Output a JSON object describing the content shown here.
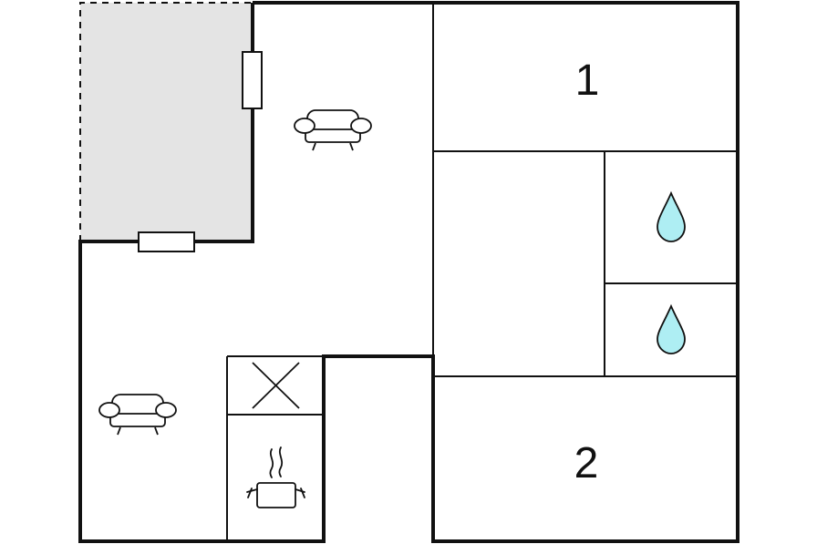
{
  "floorplan": {
    "rooms": [
      {
        "id": "bedroom-1",
        "label": "1"
      },
      {
        "id": "bedroom-2",
        "label": "2"
      }
    ],
    "icons": [
      {
        "name": "sofa-icon",
        "room": "living-room-upper"
      },
      {
        "name": "sofa-icon",
        "room": "living-room-lower"
      },
      {
        "name": "water-drop-icon",
        "room": "bathroom-upper"
      },
      {
        "name": "water-drop-icon",
        "room": "bathroom-lower"
      },
      {
        "name": "cooking-pot-icon",
        "room": "kitchen"
      },
      {
        "name": "cross-mark-icon",
        "room": "kitchen-storage"
      }
    ],
    "colors": {
      "wall": "#111111",
      "terrace_fill": "#e4e4e4",
      "water": "#aeeef3",
      "background": "#ffffff"
    }
  }
}
